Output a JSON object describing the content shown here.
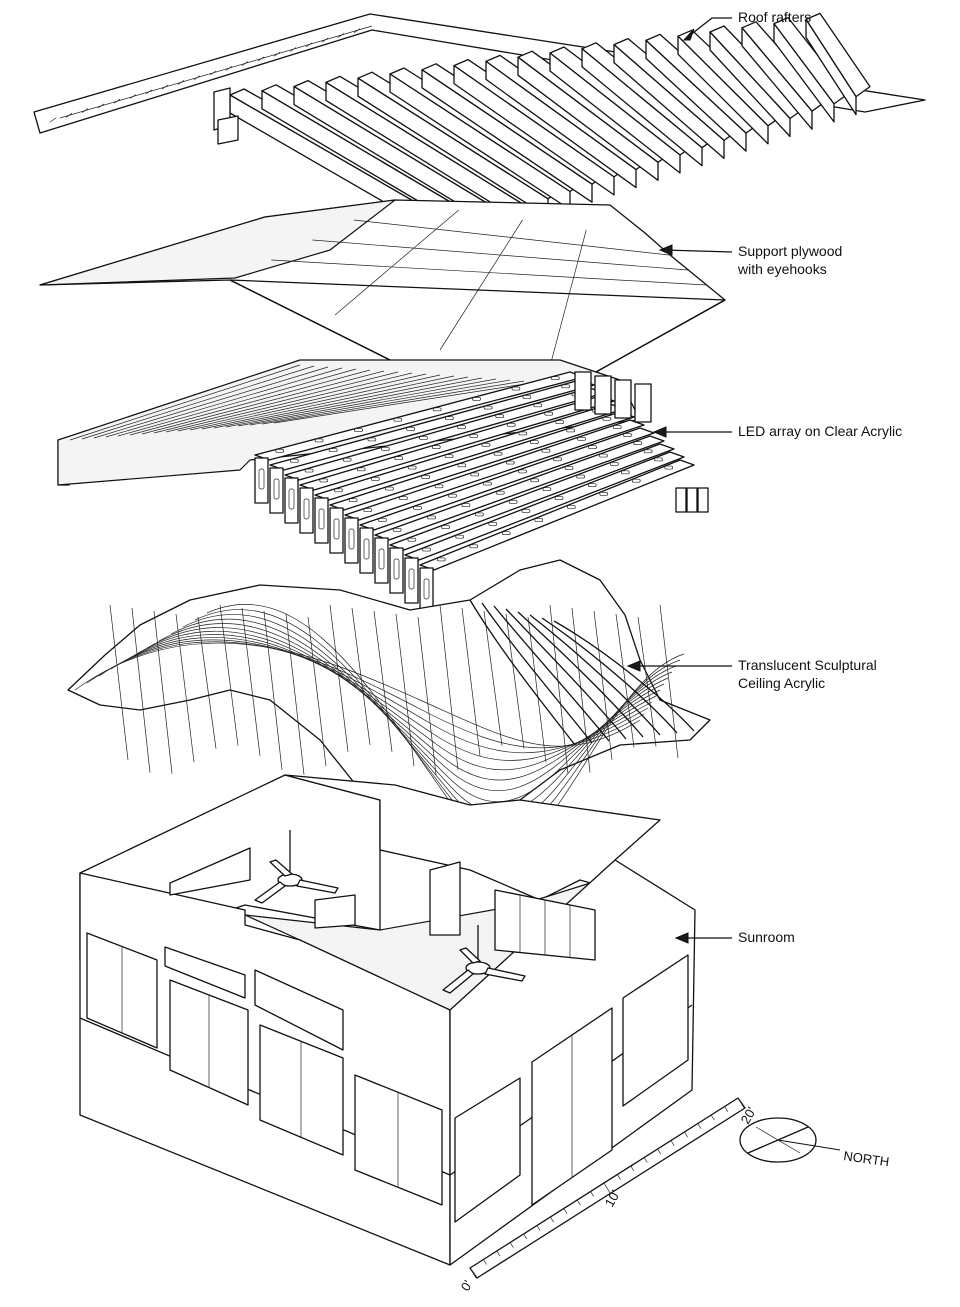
{
  "labels": {
    "roof_rafters": "Roof rafters",
    "support_plywood_line1": "Support plywood",
    "support_plywood_line2": "with eyehooks",
    "led_array": "LED array on Clear Acrylic",
    "ceiling_line1": "Translucent Sculptural",
    "ceiling_line2": "Ceiling Acrylic",
    "sunroom": "Sunroom"
  },
  "scale_bar": {
    "tick_0": "0'",
    "tick_10": "10'",
    "tick_20": "20'"
  },
  "compass": {
    "label": "NORTH"
  },
  "colors": {
    "ink": "#111111",
    "paper": "#ffffff"
  }
}
